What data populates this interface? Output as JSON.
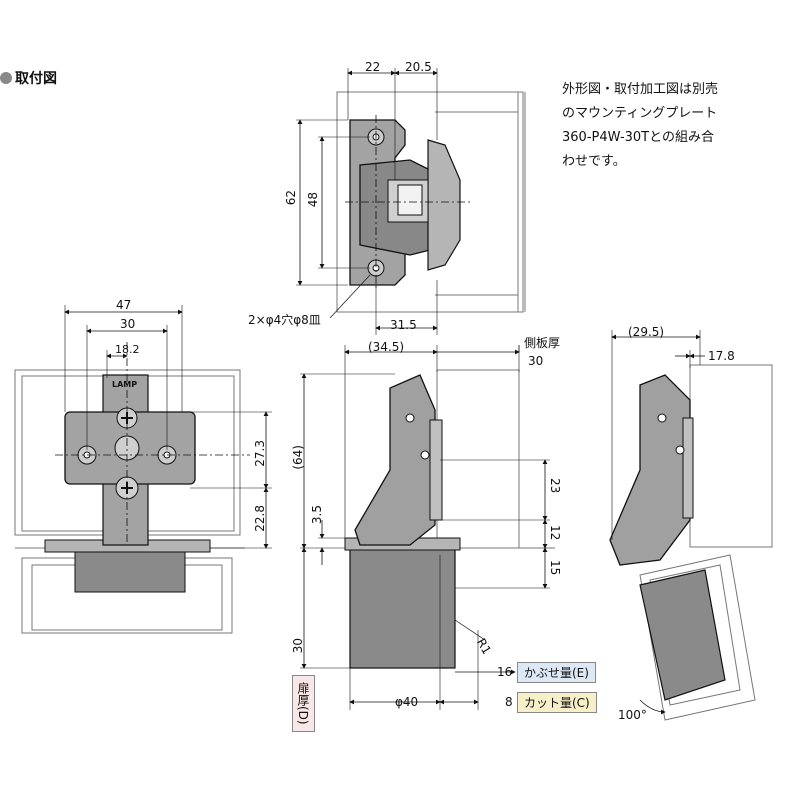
{
  "title": "取付図",
  "note_lines": [
    "外形図・取付加工図は別売",
    "のマウンティングプレート",
    "360-P4W-30Tとの組み合",
    "わせです。"
  ],
  "brand_mark": "LAMP",
  "dims": {
    "top_22": "22",
    "top_20_5": "20.5",
    "h_62": "62",
    "h_48": "48",
    "hole_spec": "2×φ4穴φ8皿",
    "w_31_5": "31.5",
    "w_47": "47",
    "w_30": "30",
    "w_18_2": "18.2",
    "h_27_3": "27.3",
    "h_22_8": "22.8",
    "w_34_5": "(34.5)",
    "side_thk_label": "側板厚",
    "side_thk_val": "30",
    "h_64": "(64)",
    "h_3_5": "3.5",
    "h_23": "23",
    "h_12": "12",
    "h_15": "15",
    "r1": "R1",
    "h_30": "30",
    "e_16": "16",
    "c_8": "8",
    "phi_40": "φ40",
    "w_29_5": "(29.5)",
    "w_17_8": "17.8",
    "angle_100": "100°"
  },
  "labels": {
    "overlay": "かぶせ量(E)",
    "cut": "カット量(C)",
    "door_thk": "扉厚(D)"
  },
  "colors": {
    "metal": "#9a9a9a",
    "metal_dark": "#7a7a7a",
    "box_blue": "#dde8f5",
    "box_yellow": "#f7efc8",
    "box_pink": "#f9e6e6",
    "line": "#111111"
  }
}
